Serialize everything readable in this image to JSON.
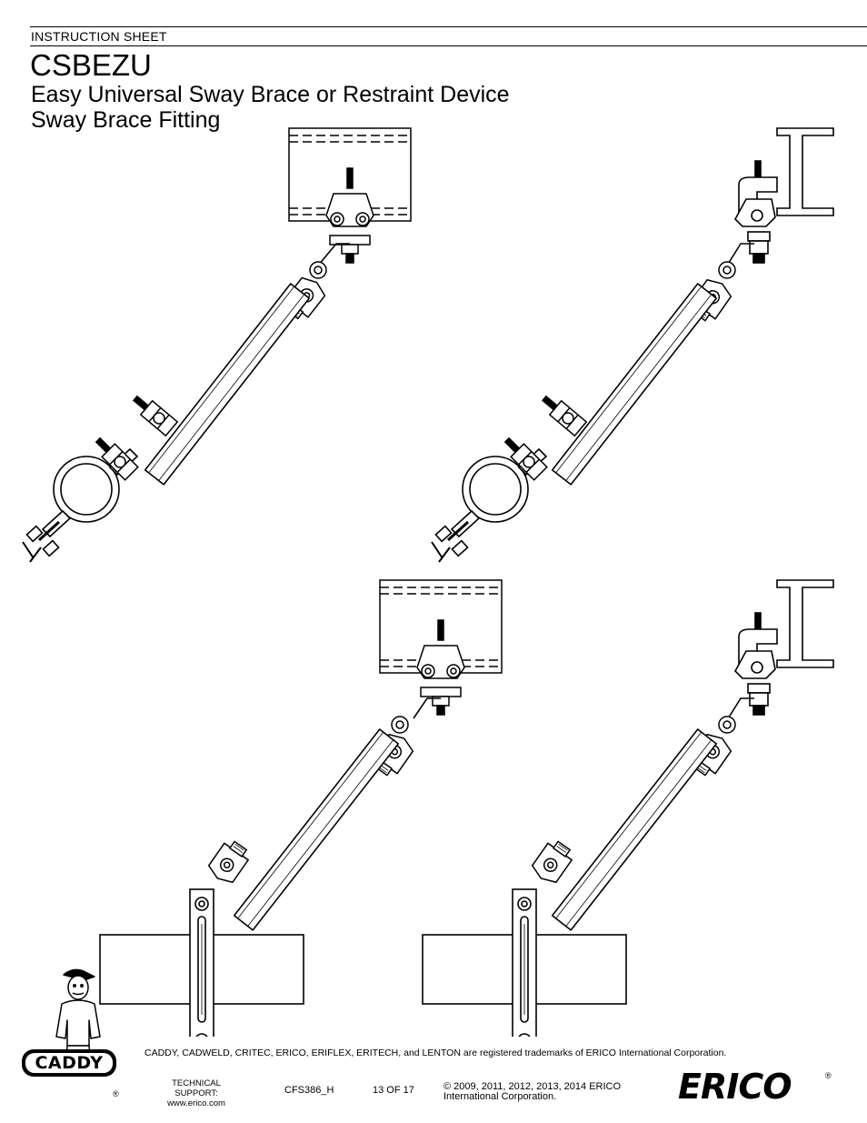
{
  "header": {
    "label": "INSTRUCTION SHEET",
    "title": "CSBEZU",
    "subtitle_1": "Easy Universal Sway Brace or Restraint Device",
    "subtitle_2": "Sway Brace Fitting"
  },
  "figures": [
    {
      "name": "concrete-insert-to-pipe-clamp"
    },
    {
      "name": "beam-clamp-to-pipe-clamp"
    },
    {
      "name": "concrete-insert-to-strut-attachment"
    },
    {
      "name": "beam-clamp-to-strut-attachment"
    }
  ],
  "footer": {
    "trademark": "CADDY, CADWELD, CRITEC, ERICO, ERIFLEX, ERITECH, and LENTON are registered trademarks of ERICO International Corporation.",
    "support_line1": "TECHNICAL SUPPORT:",
    "support_line2": "www.erico.com",
    "doc_number": "CFS386_H",
    "page": "13 OF 17",
    "copyright_line1": "© 2009, 2011, 2012, 2013, 2014 ERICO",
    "copyright_line2": "International Corporation.",
    "caddy_logo_text": "CADDY",
    "erico_logo_text": "ERICO",
    "registered_mark": "®"
  }
}
